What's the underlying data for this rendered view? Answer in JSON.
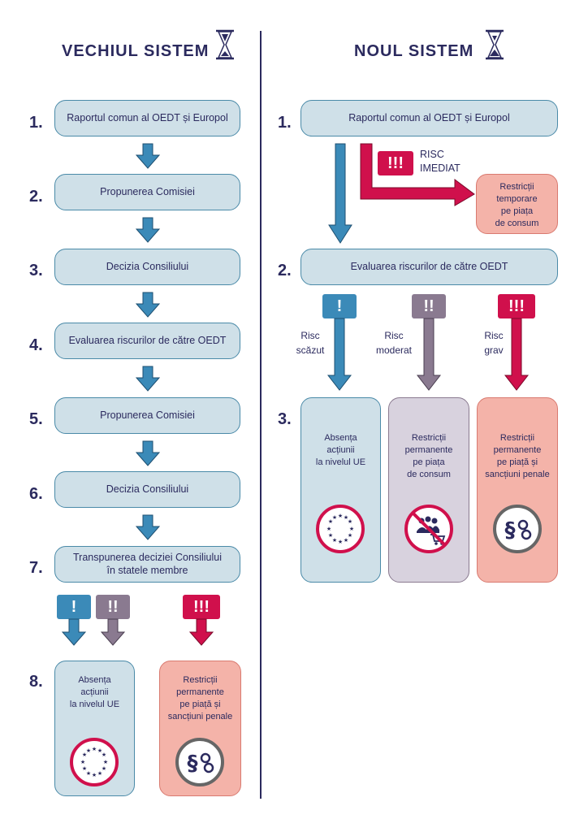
{
  "colors": {
    "navy": "#2b2a5e",
    "blue": "#3b8ab8",
    "purple": "#8a7a90",
    "red": "#d0104c",
    "lightBlue": "#cfe0e8",
    "lightPurple": "#d8d2de",
    "salmon": "#f4b3a9"
  },
  "old": {
    "title": "VECHIUL SISTEM",
    "steps": [
      {
        "num": "1.",
        "label": "Raportul comun al OEDT și Europol"
      },
      {
        "num": "2.",
        "label": "Propunerea Comisiei"
      },
      {
        "num": "3.",
        "label": "Decizia Consiliului"
      },
      {
        "num": "4.",
        "label": "Evaluarea riscurilor de către OEDT"
      },
      {
        "num": "5.",
        "label": "Propunerea Comisiei"
      },
      {
        "num": "6.",
        "label": "Decizia Consiliului"
      },
      {
        "num": "7.",
        "label": "Transpunerea deciziei Consiliului\nîn statele membre"
      }
    ],
    "badges": [
      "!",
      "!!",
      "!!!"
    ],
    "num8": "8.",
    "card_left": "Absența\nacțiunii\nla nivelul UE",
    "card_right": "Restricții\npermanente\npe piață și\nsancțiuni penale"
  },
  "new": {
    "title": "NOUL SISTEM",
    "num1": "1.",
    "step1": "Raportul comun al OEDT și Europol",
    "badge_immediate": "!!!",
    "risk_immediate": "RISC\nIMEDIAT",
    "temp_box": "Restricții\ntemporare\npe piața\nde consum",
    "num2": "2.",
    "step2": "Evaluarea riscurilor de către OEDT",
    "badges": [
      "!",
      "!!",
      "!!!"
    ],
    "risk_labels": [
      "Risc\nscăzut",
      "Risc\nmoderat",
      "Risc\ngrav"
    ],
    "num3": "3.",
    "cards": [
      "Absența\nacțiunii\nla nivelul UE",
      "Restricții\npermanente\npe piața\nde consum",
      "Restricții\npermanente\npe piață și\nsancțiuni penale"
    ]
  },
  "icons": [
    "hourglass-icon",
    "eu-stars-icon",
    "no-consumer-market-icon",
    "law-handcuffs-icon"
  ]
}
